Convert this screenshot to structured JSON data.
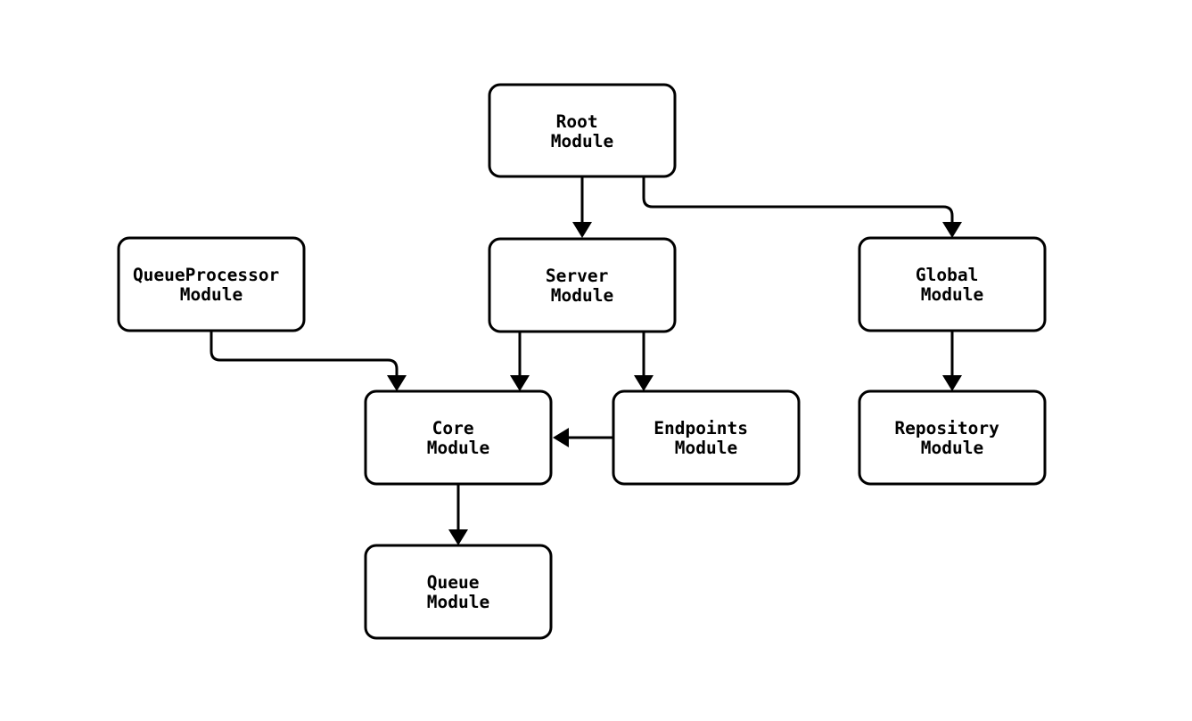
{
  "diagram": {
    "type": "flowchart",
    "direction": "top-down",
    "colors": {
      "background": "#ffffff",
      "node_fill": "#ffffff",
      "stroke": "#000000",
      "text": "#000000"
    },
    "nodes": [
      {
        "id": "root",
        "label": "Root Module",
        "line1": "Root",
        "line2": "Module"
      },
      {
        "id": "queueprocessor",
        "label": "QueueProcessor Module",
        "line1": "QueueProcessor",
        "line2": "Module"
      },
      {
        "id": "server",
        "label": "Server Module",
        "line1": "Server",
        "line2": "Module"
      },
      {
        "id": "global",
        "label": "Global Module",
        "line1": "Global",
        "line2": "Module"
      },
      {
        "id": "core",
        "label": "Core Module",
        "line1": "Core",
        "line2": "Module"
      },
      {
        "id": "endpoints",
        "label": "Endpoints Module",
        "line1": "Endpoints",
        "line2": "Module"
      },
      {
        "id": "repository",
        "label": "Repository Module",
        "line1": "Repository",
        "line2": "Module"
      },
      {
        "id": "queue",
        "label": "Queue Module",
        "line1": "Queue",
        "line2": "Module"
      }
    ],
    "edges": [
      {
        "from": "Root Module",
        "to": "Server Module"
      },
      {
        "from": "Root Module",
        "to": "Global Module"
      },
      {
        "from": "QueueProcessor Module",
        "to": "Core Module"
      },
      {
        "from": "Server Module",
        "to": "Core Module"
      },
      {
        "from": "Server Module",
        "to": "Endpoints Module"
      },
      {
        "from": "Endpoints Module",
        "to": "Core Module"
      },
      {
        "from": "Global Module",
        "to": "Repository Module"
      },
      {
        "from": "Core Module",
        "to": "Queue Module"
      }
    ]
  }
}
